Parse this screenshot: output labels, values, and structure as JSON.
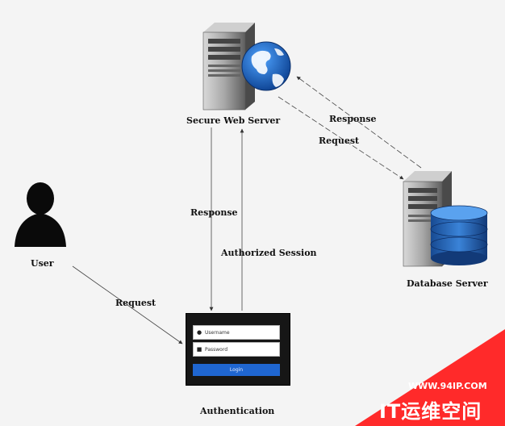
{
  "nodes": {
    "web_server": "Secure Web Server",
    "database_server": "Database Server",
    "user": "User",
    "authentication": "Authentication"
  },
  "edges": {
    "web_to_db_request": "Request",
    "db_to_web_response": "Response",
    "web_to_auth_response": "Response",
    "auth_to_web_session": "Authorized Session",
    "user_to_auth_request": "Request"
  },
  "login_form": {
    "username_placeholder": "Username",
    "password_placeholder": "Password",
    "login_button": "Login"
  },
  "colors": {
    "background": "#f4f4f4",
    "login_panel": "#161616",
    "login_button": "#1f66d1",
    "globe_blue": "#1565c0",
    "database_blue": "#1e5aa8",
    "watermark_red": "#ff2a2a"
  },
  "watermark": {
    "url": "WWW.94IP.COM",
    "brand": "IT运维空间"
  }
}
